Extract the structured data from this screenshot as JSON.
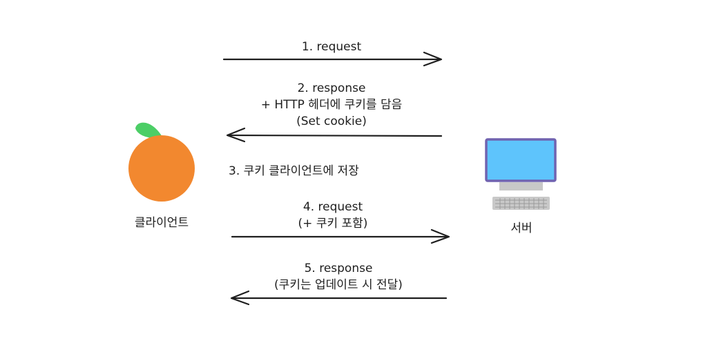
{
  "actors": {
    "client": {
      "label": "클라이언트",
      "icon": "orange-icon"
    },
    "server": {
      "label": "서버",
      "icon": "computer-icon"
    }
  },
  "steps": [
    {
      "lines": [
        "1. request"
      ],
      "direction": "to-server"
    },
    {
      "lines": [
        "2. response",
        "+ HTTP 헤더에 쿠키를 담음",
        "(Set cookie)"
      ],
      "direction": "to-client"
    },
    {
      "lines": [
        "3. 쿠키 클라이언트에 저장"
      ],
      "direction": "none"
    },
    {
      "lines": [
        "4. request",
        "(+ 쿠키 포함)"
      ],
      "direction": "to-server"
    },
    {
      "lines": [
        "5. response",
        "(쿠키는 업데이트 시 전달)"
      ],
      "direction": "to-client"
    }
  ],
  "colors": {
    "orange": "#f2882f",
    "leaf": "#4cce66",
    "monitor_frame": "#7063b0",
    "screen": "#5ec4fc",
    "stand": "#c8c8c8",
    "keyboard": "#c9c9c9",
    "stroke": "#1e1e1e"
  }
}
